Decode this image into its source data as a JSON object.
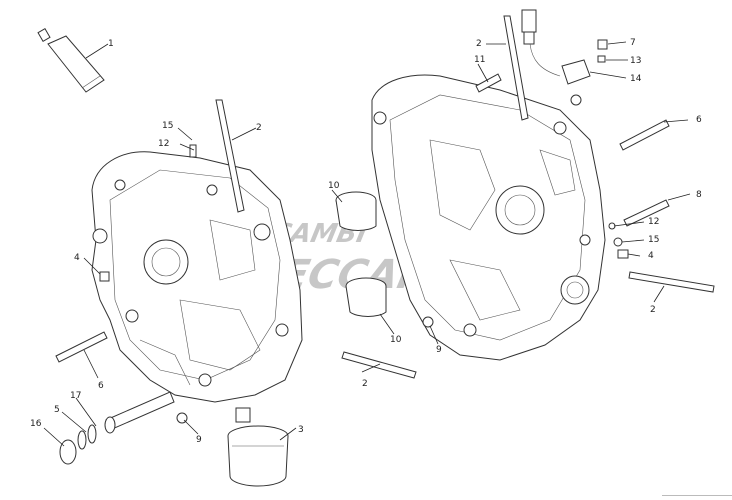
{
  "diagram": {
    "callouts": [
      "1",
      "2",
      "2",
      "2",
      "2",
      "2",
      "3",
      "4",
      "4",
      "5",
      "6",
      "6",
      "7",
      "8",
      "9",
      "9",
      "10",
      "10",
      "11",
      "12",
      "12",
      "13",
      "14",
      "15",
      "15",
      "16",
      "17"
    ]
  },
  "watermark": {
    "line1": "RICAMBI",
    "line2": "MECCANICA",
    "accent_color": "#e03030",
    "text_color": "#8c8c8c"
  }
}
